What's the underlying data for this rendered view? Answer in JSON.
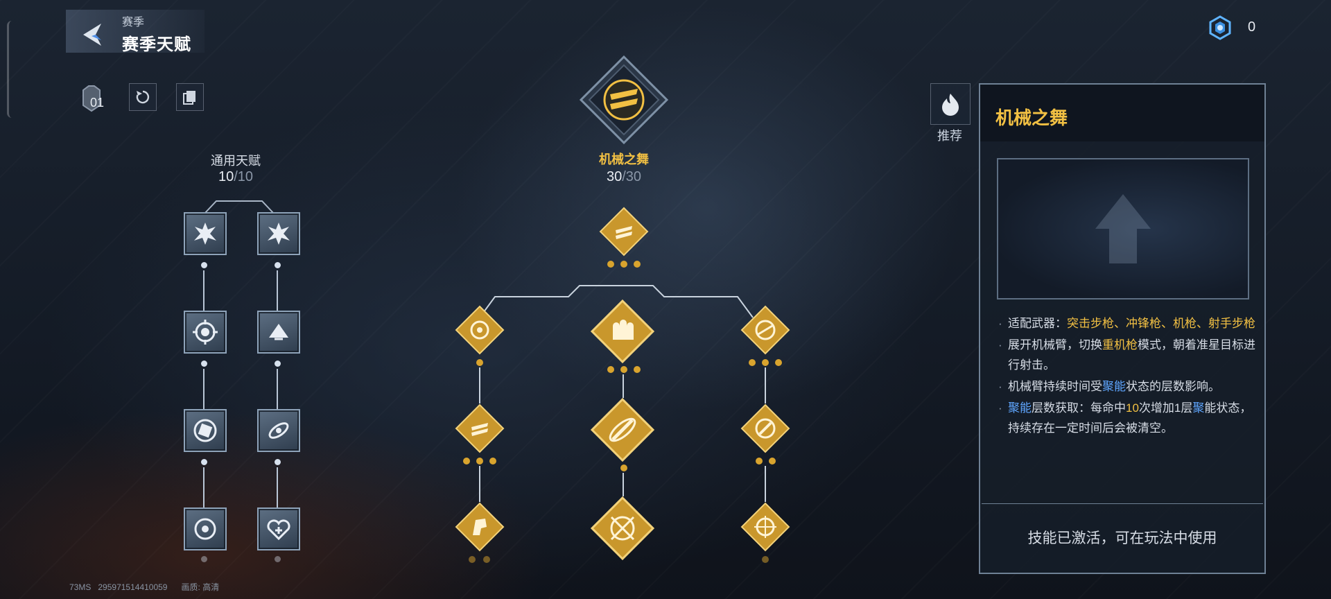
{
  "header": {
    "breadcrumb": "赛季",
    "title": "赛季天赋"
  },
  "currency": {
    "icon": "crystal-currency-icon",
    "value": "0"
  },
  "tools": {
    "badge_count": "01",
    "badge_icon": "chip-badge-icon",
    "reset_icon": "reset-icon",
    "copy_icon": "copy-icon"
  },
  "generic_talents": {
    "title": "通用天赋",
    "current": "10",
    "max": "/10"
  },
  "main_branch": {
    "title": "机械之舞",
    "current": "30",
    "max": "/30"
  },
  "recommend": {
    "label": "推荐",
    "icon": "flame-icon"
  },
  "detail": {
    "title": "机械之舞",
    "weapons_label": "适配武器：",
    "weapons_value": "突击步枪、冲锋枪、机枪、射手步枪",
    "line1_a": "展开机械臂，切换",
    "line1_hl": "重机枪",
    "line1_b": "模式，朝着准星目标进行射击。",
    "line2_a": "机械臂持续时间受",
    "line2_hl": "聚能",
    "line2_b": "状态的层数影响。",
    "line3_hl1": "聚能",
    "line3_a": "层数获取：每命中",
    "line3_hl2": "10",
    "line3_b": "次增加1层",
    "line3_hl3": "聚",
    "line3_c": "能状态，持续存在一定时间后会被清空。",
    "status": "技能已激活，可在玩法中使用"
  },
  "footer": {
    "ping": "73MS",
    "uid": "295971514410059",
    "quality_label": "画质:",
    "quality_value": "高清"
  },
  "colors": {
    "gold": "#f2c043",
    "node_gold": "#c9972c",
    "highlight_blue": "#5fa6ff",
    "panel_border": "#6f8195"
  }
}
